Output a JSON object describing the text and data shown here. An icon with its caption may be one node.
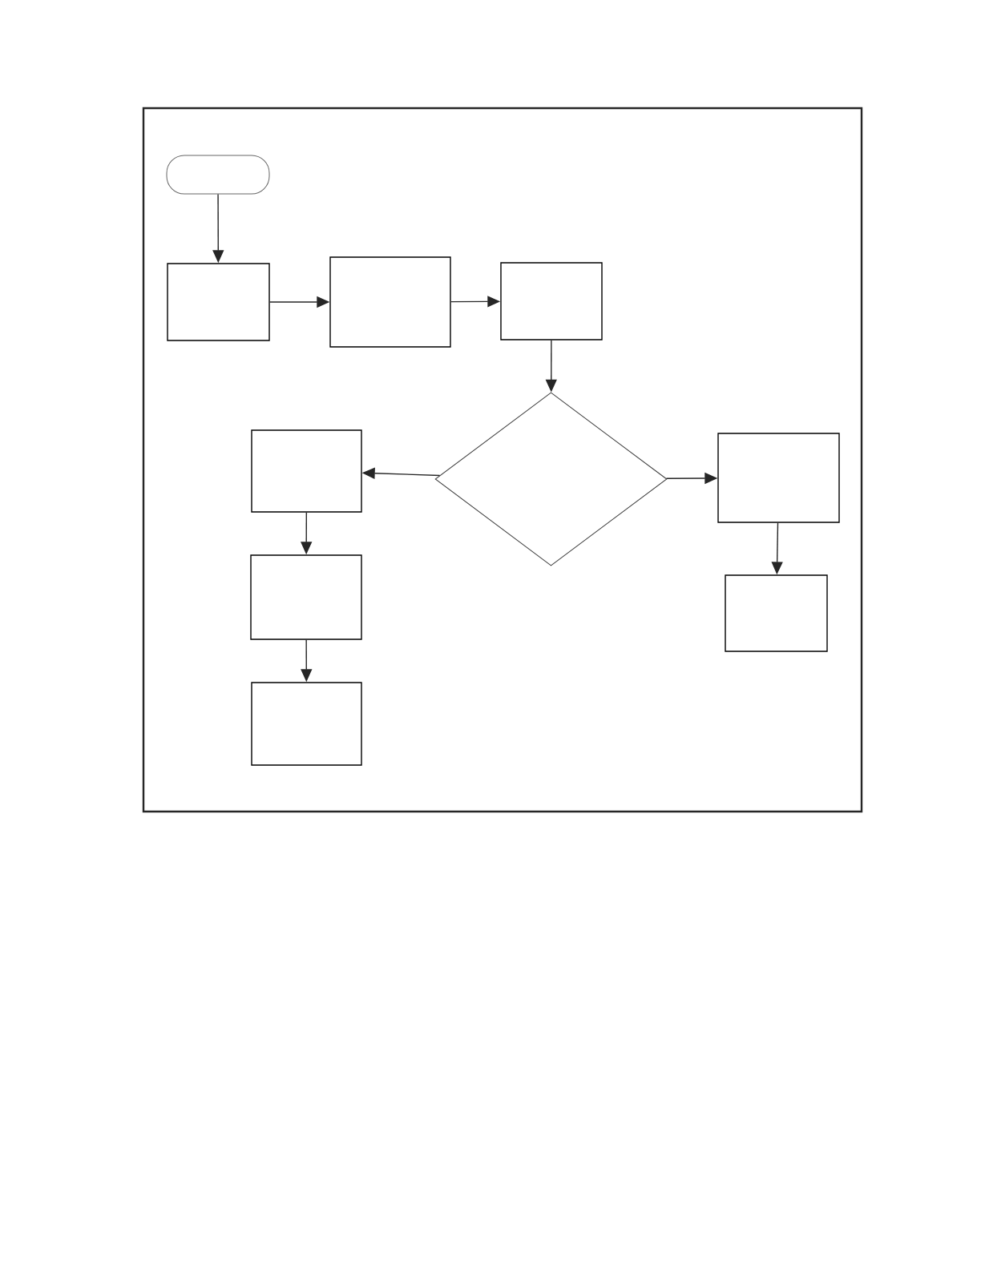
{
  "diagram": {
    "nodes": [
      {
        "text": [],
        "shape": "oval"
      },
      {
        "text": [],
        "shape": "box"
      },
      {
        "text": [],
        "shape": "box"
      },
      {
        "text": [],
        "shape": "box"
      },
      {
        "text": [],
        "shape": "diamond"
      },
      {
        "text": [],
        "shape": "box"
      },
      {
        "text": [],
        "shape": "box"
      },
      {
        "text": [],
        "shape": "box"
      },
      {
        "text": [],
        "shape": "box"
      },
      {
        "text": [],
        "shape": "box"
      }
    ],
    "edges": [
      {
        "from": 0,
        "to": 1,
        "arrow": "to"
      },
      {
        "from": 1,
        "to": 2,
        "arrow": "to"
      },
      {
        "from": 2,
        "to": 3,
        "arrow": "to"
      },
      {
        "from": 3,
        "to": 4,
        "arrow": "to"
      },
      {
        "from": 4,
        "to": 5,
        "arrow": "to"
      },
      {
        "from": 4,
        "to": 8,
        "arrow": "to"
      },
      {
        "from": 5,
        "to": 6,
        "arrow": "to"
      },
      {
        "from": 6,
        "to": 7,
        "arrow": "to"
      },
      {
        "from": 8,
        "to": 9,
        "arrow": "to"
      }
    ]
  }
}
